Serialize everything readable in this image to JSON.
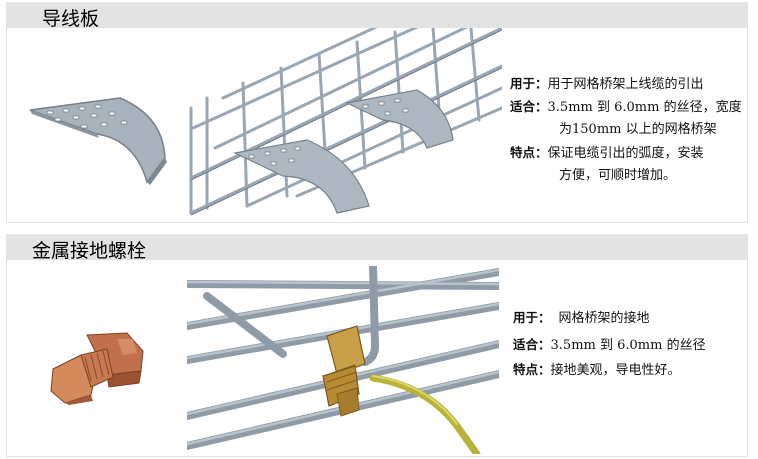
{
  "sections": [
    {
      "title": "导线板",
      "specs": [
        {
          "label": "用于：",
          "text": "用于网格桥架上线缆的引出"
        },
        {
          "label": "适合：",
          "text": "3.5mm 到 6.0mm 的丝径，宽度"
        },
        {
          "label": "",
          "text": "为150mm 以上的网格桥架"
        },
        {
          "label": "特点：",
          "text": "保证电缆引出的弧度，安装"
        },
        {
          "label": "",
          "text": "方便，可顺时增加。"
        }
      ]
    },
    {
      "title": "金属接地螺栓",
      "specs": [
        {
          "label": "用于：",
          "text": "网格桥架的接地"
        },
        {
          "label": "适合：",
          "text": "3.5mm 到 6.0mm 的丝径"
        },
        {
          "label": "特点：",
          "text": "接地美观，导电性好。"
        }
      ]
    }
  ],
  "colors": {
    "header_bg": "#e3e3e3",
    "steel": "#9aa6b2",
    "steel_dark": "#6c7884",
    "copper": "#c8744a",
    "brass": "#c9a04a",
    "ground_wire": "#b8b23a"
  }
}
